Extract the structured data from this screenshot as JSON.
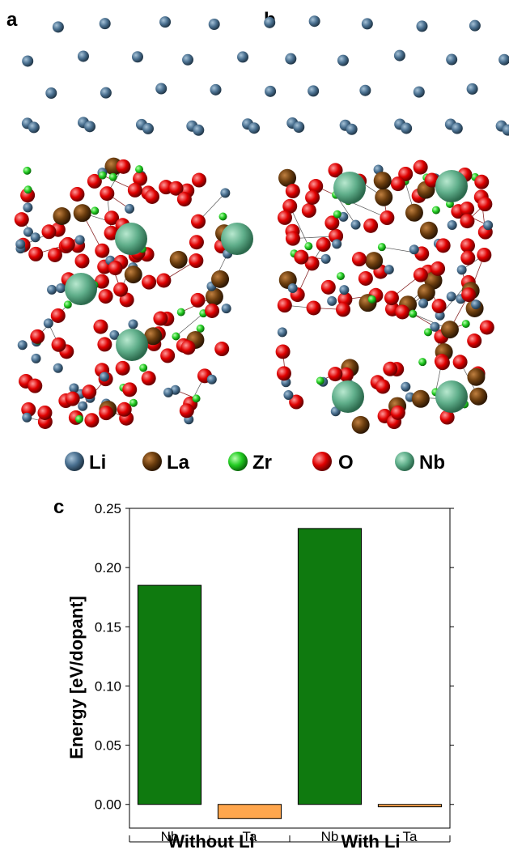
{
  "panels": {
    "a": "a",
    "b": "b",
    "c": "c"
  },
  "legend": [
    {
      "label": "Li",
      "color": "#4a7090"
    },
    {
      "label": "La",
      "color": "#6b3d0e"
    },
    {
      "label": "Zr",
      "color": "#22cc22"
    },
    {
      "label": "O",
      "color": "#cc0000"
    },
    {
      "label": "Nb",
      "color": "#3f8f6c"
    }
  ],
  "chart_data": {
    "type": "bar",
    "ylabel": "Energy [eV/dopant]",
    "ylim": [
      -0.02,
      0.25
    ],
    "yticks": [
      "0.25",
      "0.20",
      "0.15",
      "0.10",
      "0.05",
      "0.00"
    ],
    "groups": [
      "Without Li",
      "With Li"
    ],
    "categories": [
      "Nb",
      "Ta",
      "Nb",
      "Ta"
    ],
    "values": [
      0.185,
      -0.012,
      0.233,
      -0.002
    ],
    "colors": [
      "#0f7a0f",
      "#ffa64d",
      "#0f7a0f",
      "#ffa64d"
    ],
    "grid": false,
    "legend": "none"
  }
}
